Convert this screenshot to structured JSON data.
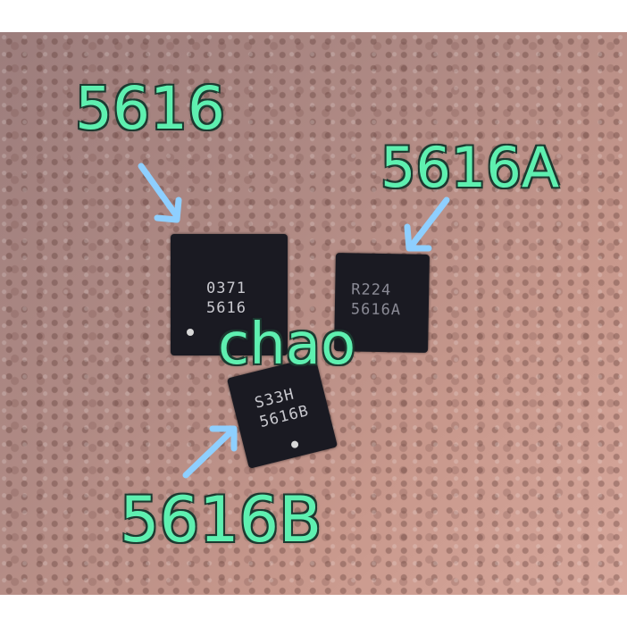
{
  "image": {
    "description": "Macro photo of three QFN IC chips on a pink foam background with labels",
    "background_color": "#b08a84",
    "label_color": "#5ef0b0",
    "arrow_color": "#8ecfff"
  },
  "labels": {
    "top_left": "5616",
    "top_right": "5616A",
    "bottom": "5616B",
    "watermark": "chao"
  },
  "chips": [
    {
      "line1": "0371",
      "line2": "5616"
    },
    {
      "line1": "R224",
      "line2": "5616A"
    },
    {
      "line1": "S33H",
      "line2": "5616B"
    }
  ]
}
